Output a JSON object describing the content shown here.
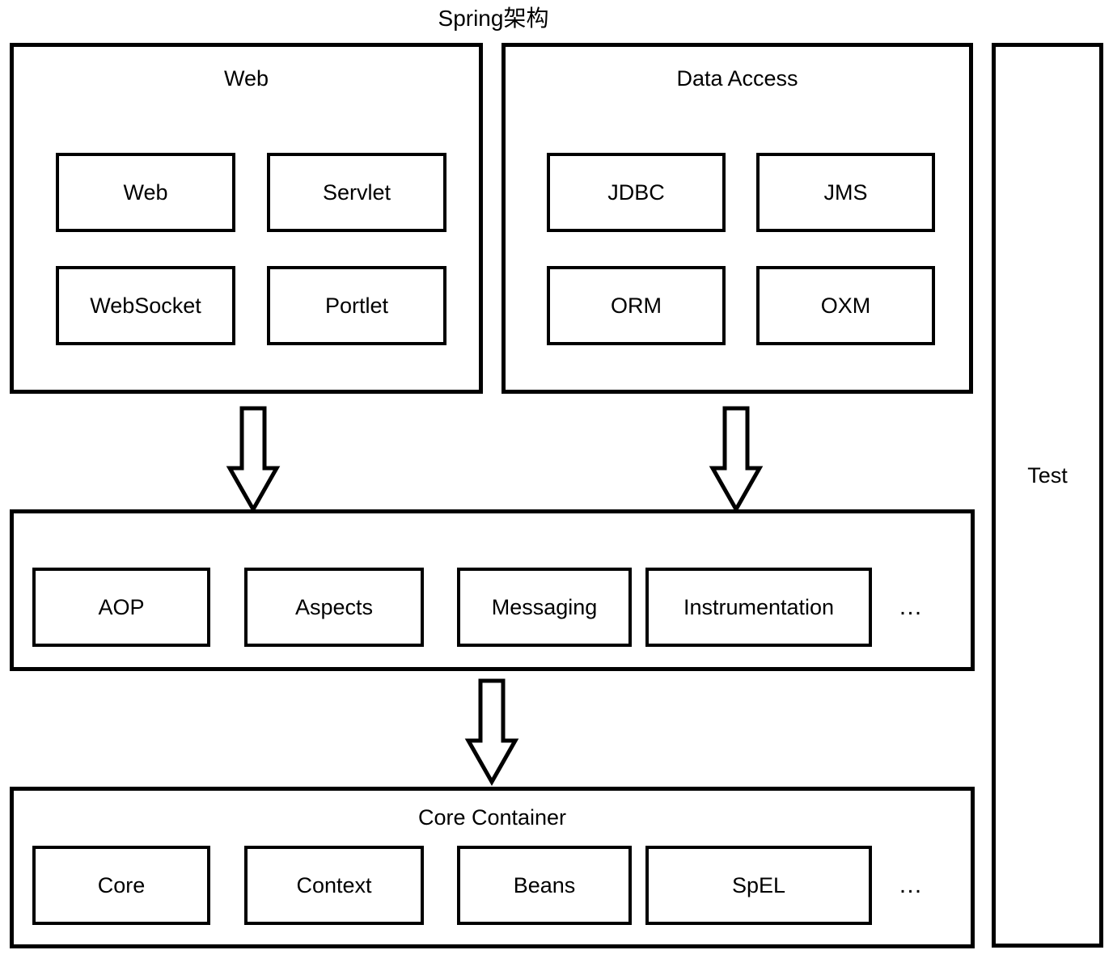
{
  "title": "Spring架构",
  "web_group": {
    "title": "Web",
    "items": [
      "Web",
      "Servlet",
      "WebSocket",
      "Portlet"
    ]
  },
  "data_access_group": {
    "title": "Data Access",
    "items": [
      "JDBC",
      "JMS",
      "ORM",
      "OXM"
    ]
  },
  "middleware_group": {
    "items": [
      "AOP",
      "Aspects",
      "Messaging",
      "Instrumentation"
    ],
    "ellipsis": "…"
  },
  "core_group": {
    "title": "Core Container",
    "items": [
      "Core",
      "Context",
      "Beans",
      "SpEL"
    ],
    "ellipsis": "…"
  },
  "test_group": {
    "title": "Test"
  },
  "colors": {
    "border": "#000000",
    "background": "#ffffff",
    "text": "#000000"
  }
}
